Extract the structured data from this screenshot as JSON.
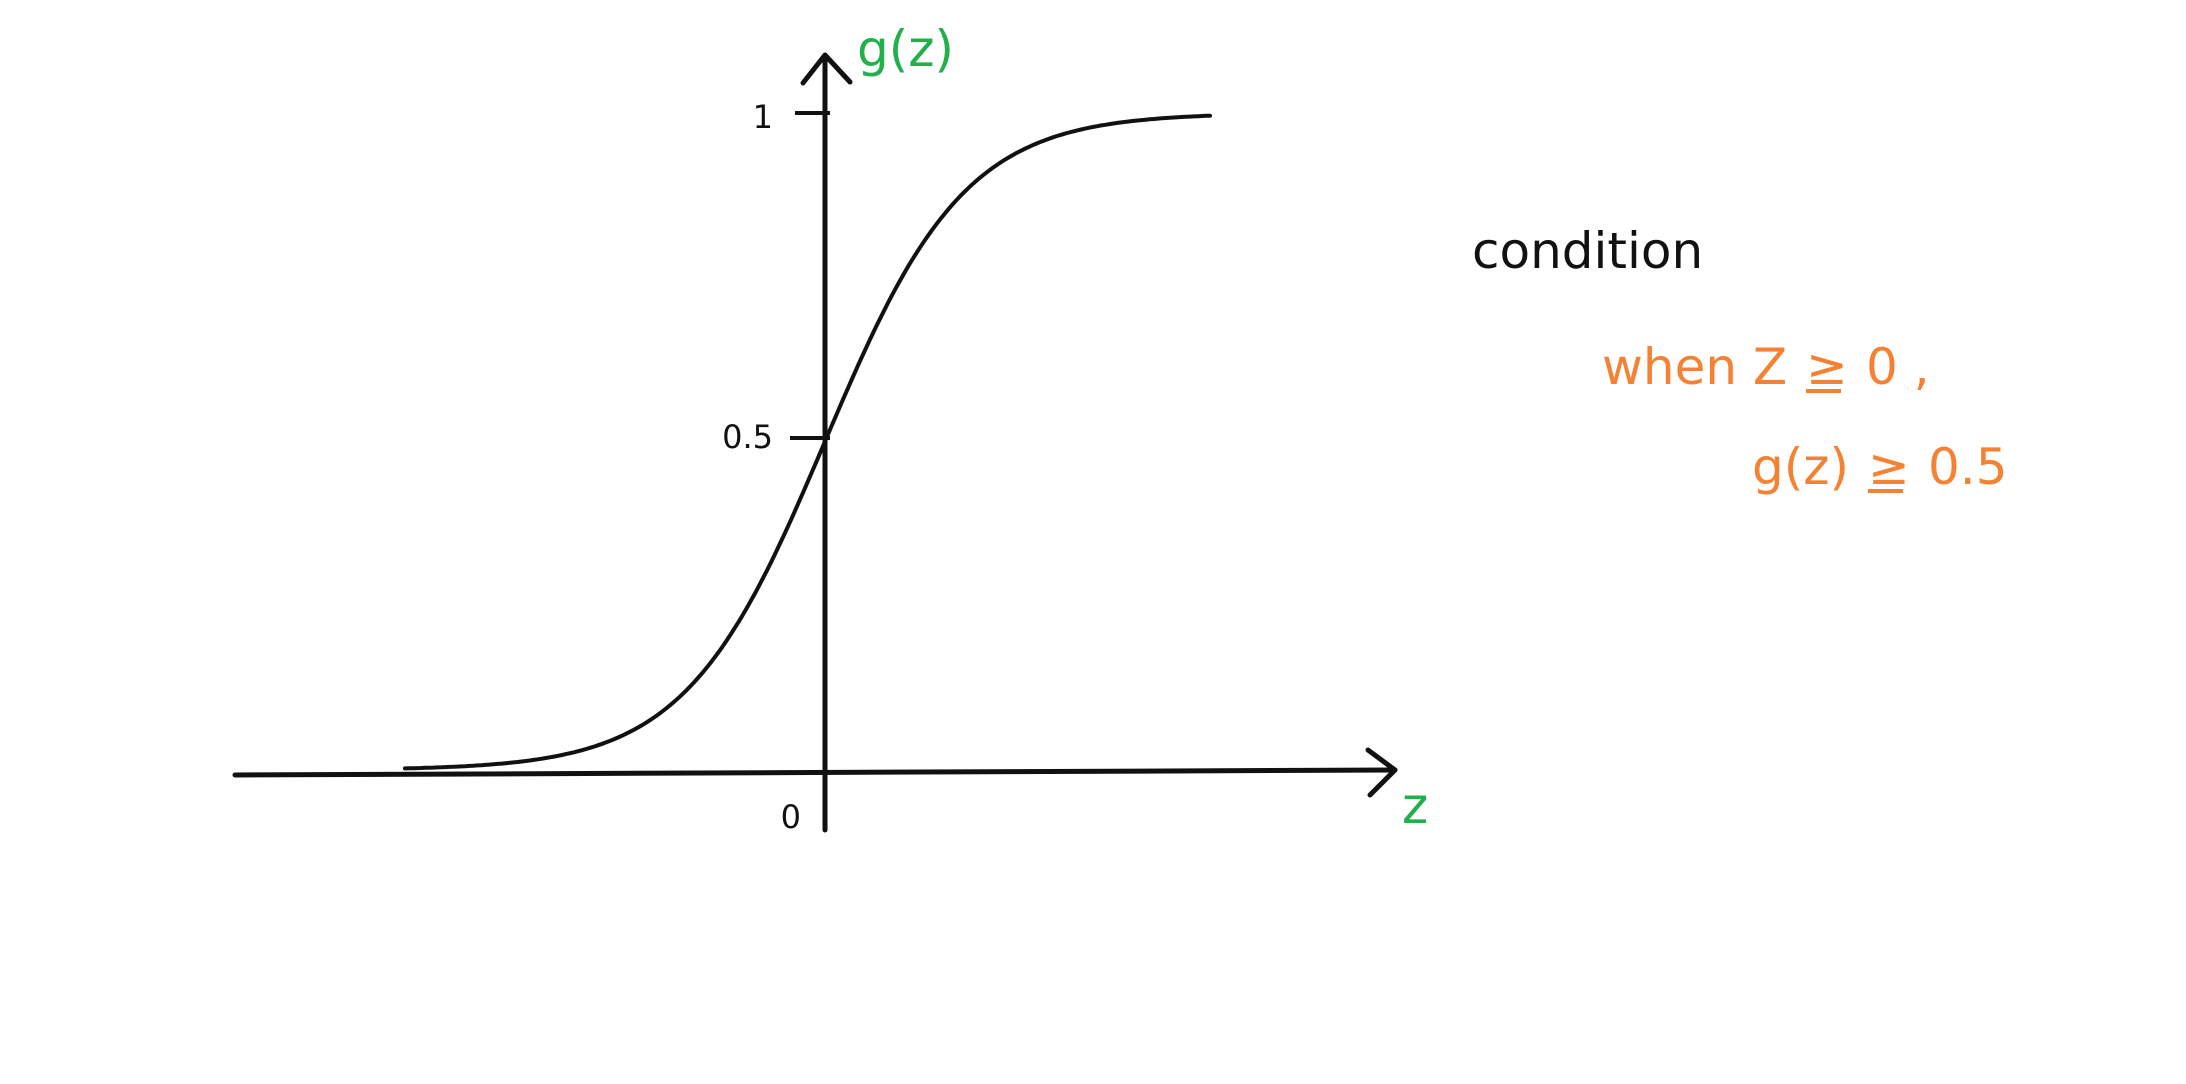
{
  "colors": {
    "axis_label": "#22b04b",
    "condition": "#f58232",
    "ink": "#111111"
  },
  "axes": {
    "y_label": "g(z)",
    "x_label": "z",
    "ticks": [
      {
        "label": "1",
        "value": 1
      },
      {
        "label": "0.5",
        "value": 0.5
      },
      {
        "label": "0",
        "value": 0
      }
    ]
  },
  "curve": {
    "function": "sigmoid",
    "z_range": [
      -6,
      5.5
    ]
  },
  "condition": {
    "title": "condition",
    "line1_prefix": "when Z",
    "line1_symbol": "≥",
    "line1_value": "0 ,",
    "line2_prefix": "g(z)",
    "line2_symbol": "≥",
    "line2_value": "0.5"
  }
}
